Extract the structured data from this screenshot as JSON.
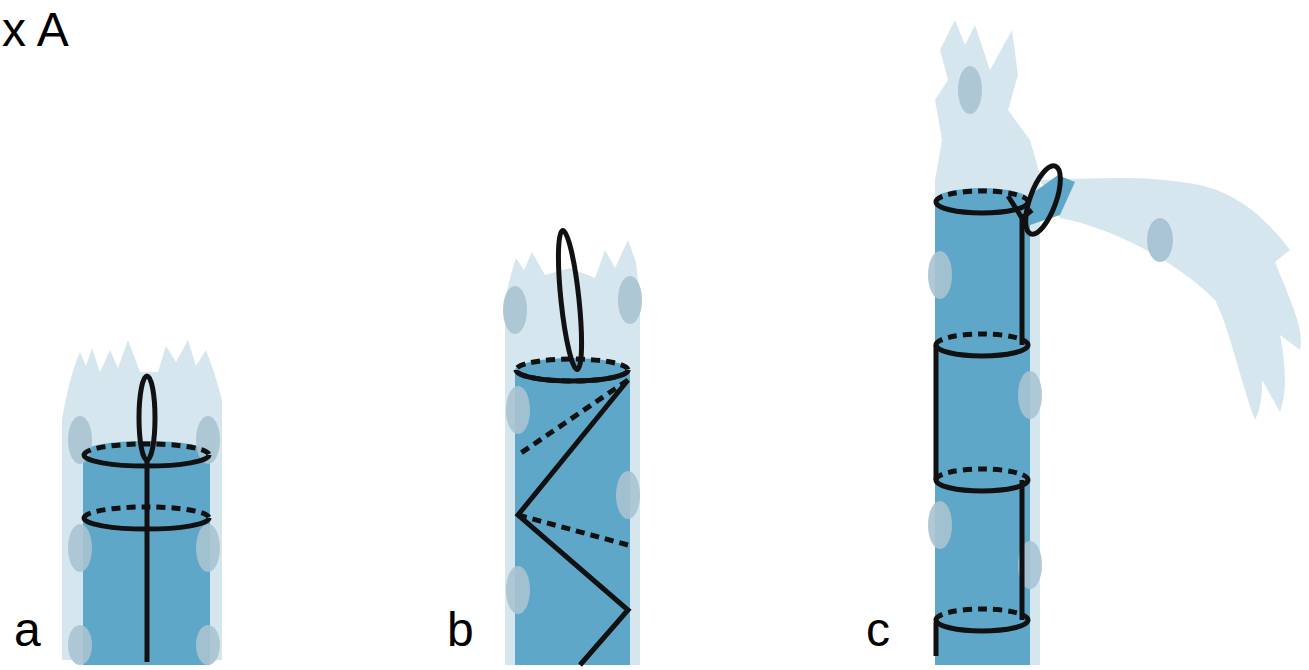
{
  "diagram": {
    "labels": [
      "x A",
      "a",
      "b",
      "c"
    ]
  }
}
